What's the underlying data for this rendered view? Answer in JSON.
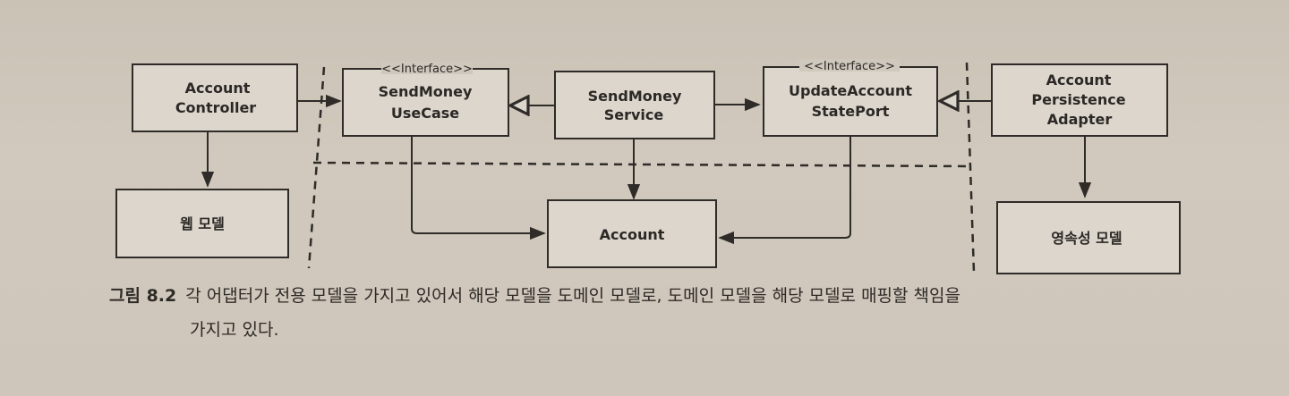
{
  "diagram": {
    "nodes": {
      "account_controller": [
        "Account",
        "Controller"
      ],
      "web_model": [
        "웹 모델"
      ],
      "send_money_usecase": {
        "stereotype": "<<Interface>>",
        "lines": [
          "SendMoney",
          "UseCase"
        ]
      },
      "send_money_service": [
        "SendMoney",
        "Service"
      ],
      "account": [
        "Account"
      ],
      "update_account_state_port": {
        "stereotype": "<<Interface>>",
        "lines": [
          "UpdateAccount",
          "StatePort"
        ]
      },
      "account_persistence_adapter": [
        "Account",
        "Persistence",
        "Adapter"
      ],
      "persistence_model": [
        "영속성 모델"
      ]
    },
    "edges": [
      {
        "from": "account_controller",
        "to": "web_model",
        "type": "uses"
      },
      {
        "from": "account_controller",
        "to": "send_money_usecase",
        "type": "uses"
      },
      {
        "from": "send_money_service",
        "to": "send_money_usecase",
        "type": "implements"
      },
      {
        "from": "send_money_service",
        "to": "update_account_state_port",
        "type": "uses"
      },
      {
        "from": "send_money_service",
        "to": "account",
        "type": "uses"
      },
      {
        "from": "send_money_usecase",
        "to": "account",
        "type": "uses"
      },
      {
        "from": "update_account_state_port",
        "to": "account",
        "type": "uses"
      },
      {
        "from": "account_persistence_adapter",
        "to": "update_account_state_port",
        "type": "implements"
      },
      {
        "from": "account_persistence_adapter",
        "to": "persistence_model",
        "type": "uses"
      }
    ]
  },
  "caption": {
    "number": "그림 8.2",
    "line1": "각 어댑터가 전용 모델을 가지고 있어서 해당 모델을 도메인 모델로, 도메인 모델을 해당 모델로 매핑할 책임을",
    "line2": "가지고 있다."
  }
}
